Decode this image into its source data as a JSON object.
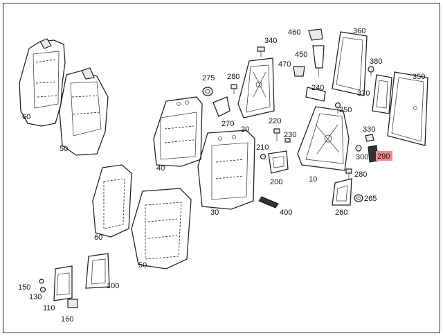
{
  "labels": {
    "l10": "10",
    "l20": "20",
    "l30": "30",
    "l40": "40",
    "l50a": "50",
    "l50b": "50",
    "l60a": "60",
    "l60b": "60",
    "l100": "100",
    "l110": "110",
    "l130": "130",
    "l150": "150",
    "l160": "160",
    "l200": "200",
    "l210": "210",
    "l220": "220",
    "l230": "230",
    "l240": "240",
    "l250": "250",
    "l260": "260",
    "l265": "265",
    "l270": "270",
    "l275": "275",
    "l280a": "280",
    "l280b": "280",
    "l290": "290",
    "l300": "300",
    "l330": "330",
    "l340": "340",
    "l350": "350",
    "l360": "360",
    "l370": "370",
    "l380": "380",
    "l400": "400",
    "l450": "450",
    "l460": "460",
    "l470": "470"
  },
  "highlight": {
    "part": "290",
    "color": "#f08a8a"
  }
}
